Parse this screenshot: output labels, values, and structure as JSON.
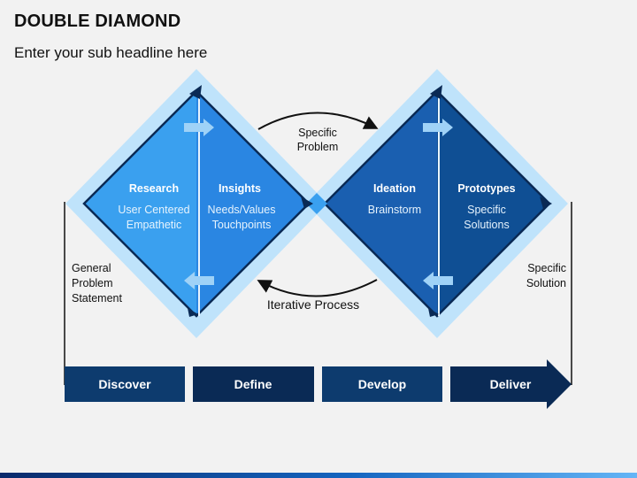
{
  "title": "DOUBLE DIAMOND",
  "subtitle": "Enter your sub headline here",
  "diamond_left": {
    "col1": {
      "heading": "Research",
      "line1": "User Centered",
      "line2": "Empathetic"
    },
    "col2": {
      "heading": "Insights",
      "line1": "Needs/Values",
      "line2": "Touchpoints"
    }
  },
  "diamond_right": {
    "col1": {
      "heading": "Ideation",
      "line1": "Brainstorm",
      "line2": ""
    },
    "col2": {
      "heading": "Prototypes",
      "line1": "Specific",
      "line2": "Solutions"
    }
  },
  "top_label": {
    "line1": "Specific",
    "line2": "Problem"
  },
  "bottom_label": "Iterative Process",
  "left_label": {
    "line1": "General",
    "line2": "Problem",
    "line3": "Statement"
  },
  "right_label": {
    "line1": "Specific",
    "line2": "Solution"
  },
  "stages": [
    "Discover",
    "Define",
    "Develop",
    "Deliver"
  ],
  "colors": {
    "halo": "#bfe3fb",
    "left_a": "#3aa0ef",
    "left_b": "#2a86e2",
    "right_a": "#1a5fb0",
    "right_b": "#0f4f94",
    "stage_1": "#0d3b6e",
    "stage_2": "#0a2a55",
    "stage_3": "#0d3b6e",
    "stage_4": "#0a2a55"
  }
}
